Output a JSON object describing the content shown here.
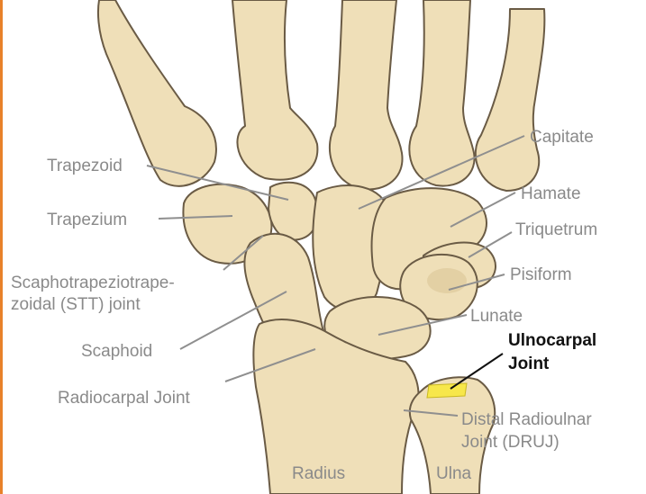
{
  "colors": {
    "border_accent": "#e8812a",
    "bone_fill": "#efdfb8",
    "bone_outline": "#6a5b45",
    "label_gray": "#8a8a8a",
    "highlight_joint": "#f7e74a"
  },
  "labels": {
    "capitate": "Capitate",
    "trapezoid": "Trapezoid",
    "hamate": "Hamate",
    "trapezium": "Trapezium",
    "triquetrum": "Triquetrum",
    "stt_line1": "Scaphotrapeziotrape-",
    "stt_line2": "zoidal (STT) joint",
    "pisiform": "Pisiform",
    "lunate": "Lunate",
    "scaphoid": "Scaphoid",
    "ulnocarpal_line1": "Ulnocarpal",
    "ulnocarpal_line2": "Joint",
    "radiocarpal": "Radiocarpal Joint",
    "druj_line1": "Distal Radioulnar",
    "druj_line2": "Joint (DRUJ)",
    "radius": "Radius",
    "ulna": "Ulna"
  }
}
